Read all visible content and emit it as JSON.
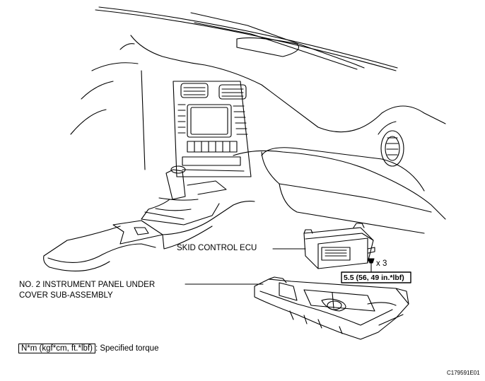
{
  "labels": {
    "skid_control_ecu": "SKID CONTROL ECU",
    "bolt_qty": "x 3",
    "torque_value": "5.5 (56, 49 in.*lbf)",
    "instrument_cover_line1": "NO. 2 INSTRUMENT PANEL UNDER",
    "instrument_cover_line2": "COVER SUB-ASSEMBLY"
  },
  "legend": {
    "unit_box": "N*m (kgf*cm, ft.*lbf)",
    "description": ": Specified torque"
  },
  "figure_code": "C179591E01"
}
